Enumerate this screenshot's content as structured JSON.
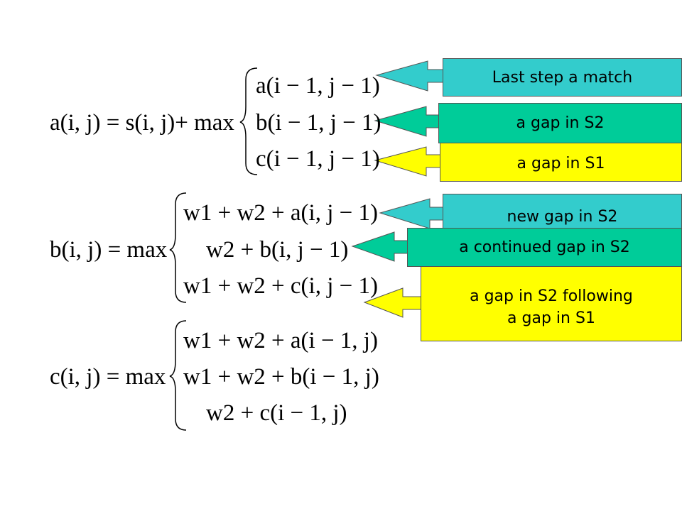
{
  "callouts": {
    "c1": {
      "text": "Last step a match",
      "fill": "#33CCCC"
    },
    "c2": {
      "text": "a gap in S2",
      "fill": "#00CC99"
    },
    "c3": {
      "text": "a gap in S1",
      "fill": "#FFFF00"
    },
    "c4": {
      "text": "new gap in S2",
      "fill": "#33CCCC"
    },
    "c5": {
      "text": "a continued gap in S2",
      "fill": "#00CC99"
    },
    "c6": {
      "line1": "a gap in S2 following",
      "line2": "a gap in S1",
      "fill": "#FFFF00"
    }
  },
  "equations": {
    "a": {
      "lhs": "a(i, j) = s(i, j)+ max",
      "r1": "a(i − 1, j − 1)",
      "r2": "b(i − 1, j − 1)",
      "r3": "c(i − 1, j − 1)"
    },
    "b": {
      "lhs": "b(i, j) = max",
      "r1": "w1 + w2 + a(i, j − 1)",
      "r2": "w2 + b(i, j − 1)",
      "r3": "w1 + w2 + c(i, j − 1)"
    },
    "c": {
      "lhs": "c(i, j) = max",
      "r1": "w1 + w2 + a(i − 1, j)",
      "r2": "w1 + w2 + b(i − 1, j)",
      "r3": "w2 + c(i − 1, j)"
    }
  }
}
